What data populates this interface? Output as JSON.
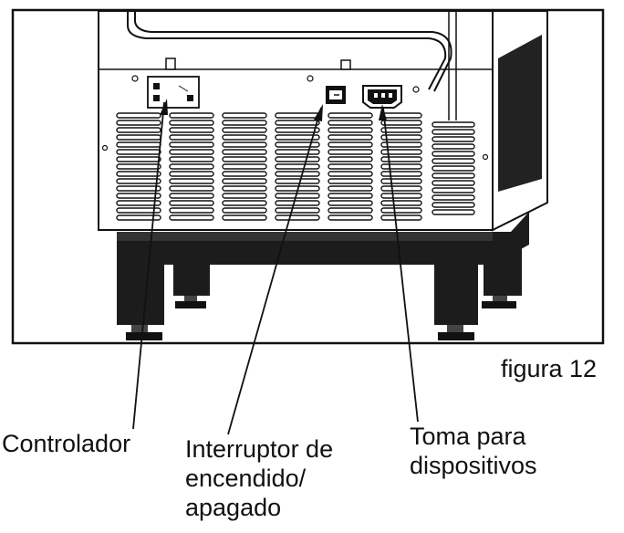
{
  "figure": {
    "caption": "figura 12"
  },
  "callouts": {
    "controller": {
      "label": "Controlador"
    },
    "power_switch": {
      "lines": [
        "Interruptor de",
        "encendido/",
        "apagado"
      ]
    },
    "device_outlet": {
      "lines": [
        "Toma para",
        "dispositivos"
      ]
    }
  },
  "colors": {
    "ink": "#111111",
    "dark_panel": "#2a2a2a",
    "background": "#ffffff"
  }
}
